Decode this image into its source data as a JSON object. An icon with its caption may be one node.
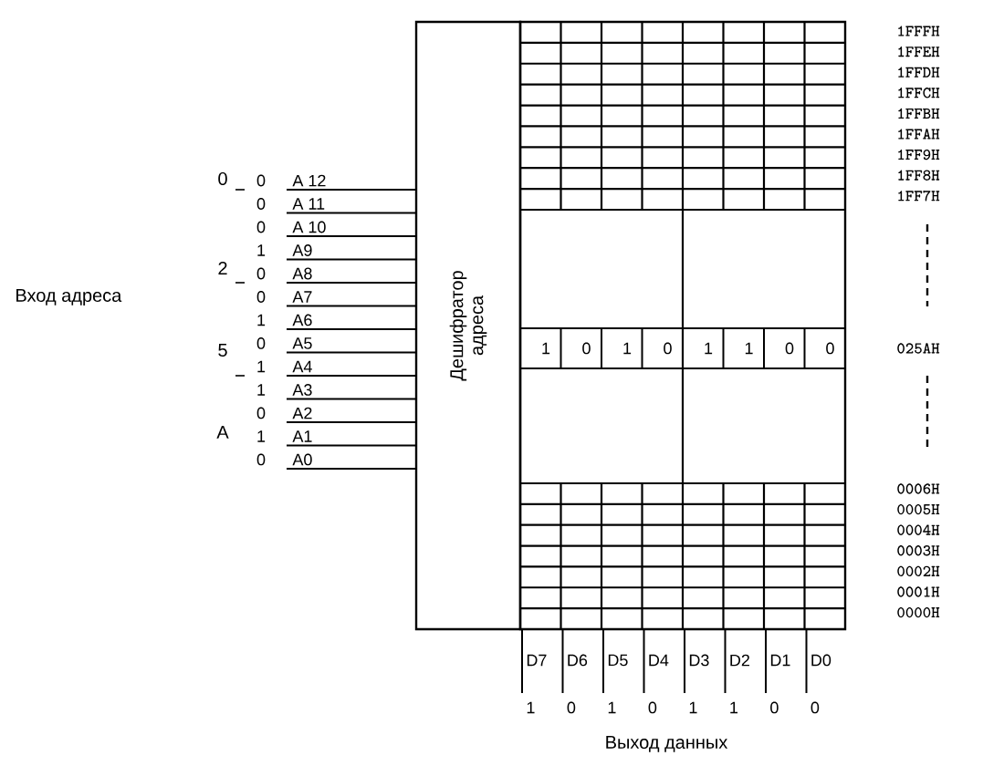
{
  "diagram": {
    "nodes": [
      {
        "text": [
          "Дешифратор адреса"
        ]
      }
    ],
    "labels": [
      "Вход адреса",
      "0",
      "2",
      "5",
      "A",
      "0",
      "0",
      "0",
      "1",
      "0",
      "0",
      "1",
      "0",
      "1",
      "1",
      "0",
      "1",
      "0",
      "A 12",
      "A 11",
      "A 10",
      "A9",
      "A8",
      "A7",
      "A6",
      "A5",
      "A4",
      "A3",
      "A2",
      "A1",
      "A0",
      "1FFFH",
      "1FFEH",
      "1FFDH",
      "1FFCH",
      "1FFBH",
      "1FFAH",
      "1FF9H",
      "1FF8H",
      "1FF7H",
      "025AH",
      "0006H",
      "0005H",
      "0004H",
      "0003H",
      "0002H",
      "0001H",
      "0000H",
      "1",
      "0",
      "1",
      "0",
      "1",
      "1",
      "0",
      "0",
      "D7",
      "D6",
      "D5",
      "D4",
      "D3",
      "D2",
      "D1",
      "D0",
      "1",
      "0",
      "1",
      "0",
      "1",
      "1",
      "0",
      "0",
      "Выход данных"
    ]
  }
}
